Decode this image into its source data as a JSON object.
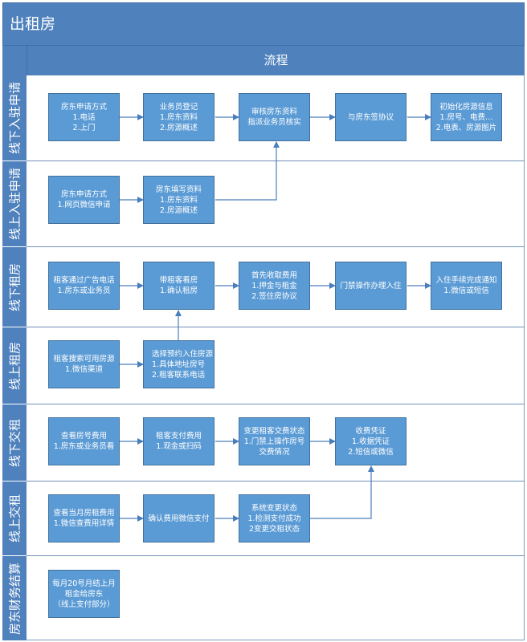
{
  "title": "出租房",
  "header": "流程",
  "lanes": [
    "线下入驻申请",
    "线上入驻申请",
    "线下租房",
    "线上租房",
    "线下交租",
    "线上交租",
    "房东财务结算"
  ],
  "nodes": {
    "offline_apply_method": {
      "lines": [
        "房东申请方式",
        "1.电话",
        "2.上门"
      ]
    },
    "staff_register": {
      "lines": [
        "业务员登记",
        "1.房东资料",
        "2.房源概述"
      ]
    },
    "review_assign": {
      "lines": [
        "审核房东资料",
        "指派业务员核实"
      ]
    },
    "sign_agreement": {
      "lines": [
        "与房东签协议"
      ]
    },
    "init_listing": {
      "lines": [
        "初始化房源信息",
        "1.房号、电费…",
        "2.电表、房源图片"
      ]
    },
    "online_apply_method": {
      "lines": [
        "房东申请方式",
        "1.网页微信申请"
      ]
    },
    "landlord_fill_info": {
      "lines": [
        "房东填写资料",
        "1.房东资料",
        "2.房源概述"
      ]
    },
    "ad_call": {
      "lines": [
        "租客通过广告电话",
        "1.房东或业务员"
      ]
    },
    "viewing": {
      "lines": [
        "带租客看房",
        "1.确认租房"
      ]
    },
    "collect_fees": {
      "lines": [
        "首先收取费用",
        "1.押金与租金",
        "2.签住房协议"
      ]
    },
    "access_control": {
      "lines": [
        "门禁操作办理入住"
      ]
    },
    "checkin_notice": {
      "lines": [
        "入住手续完成通知",
        "1.微信或短信"
      ]
    },
    "search_listing": {
      "lines": [
        "租客搜索可用房源",
        "1.微信渠道"
      ]
    },
    "select_reserve": {
      "lines": [
        "选择预约入住房源",
        "1.具体地址房号",
        "2.租客联系电话"
      ]
    },
    "check_room_fee": {
      "lines": [
        "查看房号费用",
        "1.房东或业务员看"
      ]
    },
    "tenant_pay": {
      "lines": [
        "租客支付费用",
        "1.现金或扫码"
      ]
    },
    "change_pay_status": {
      "lines": [
        "变更租客交费状态",
        "1.门禁上操作房号",
        "交费情况"
      ]
    },
    "receipt": {
      "lines": [
        "收费凭证",
        "1.收据凭证",
        "2.短信或微信"
      ]
    },
    "check_month_rent": {
      "lines": [
        "查看当月房租费用",
        "1.微信查费用详情"
      ]
    },
    "confirm_wechat_pay": {
      "lines": [
        "确认费用微信支付"
      ]
    },
    "system_status": {
      "lines": [
        "系统变更状态",
        "1.检测支付成功",
        "2变更交租状态"
      ]
    },
    "monthly_settlement": {
      "lines": [
        "每月20号月结上月",
        "租金给房东",
        "（线上支付部分）"
      ]
    }
  },
  "colors": {
    "lane_fill": "#4f81bd",
    "node_fill": "#5b9bd5",
    "node_border": "#41719c",
    "arrow": "#4a7ebb"
  }
}
